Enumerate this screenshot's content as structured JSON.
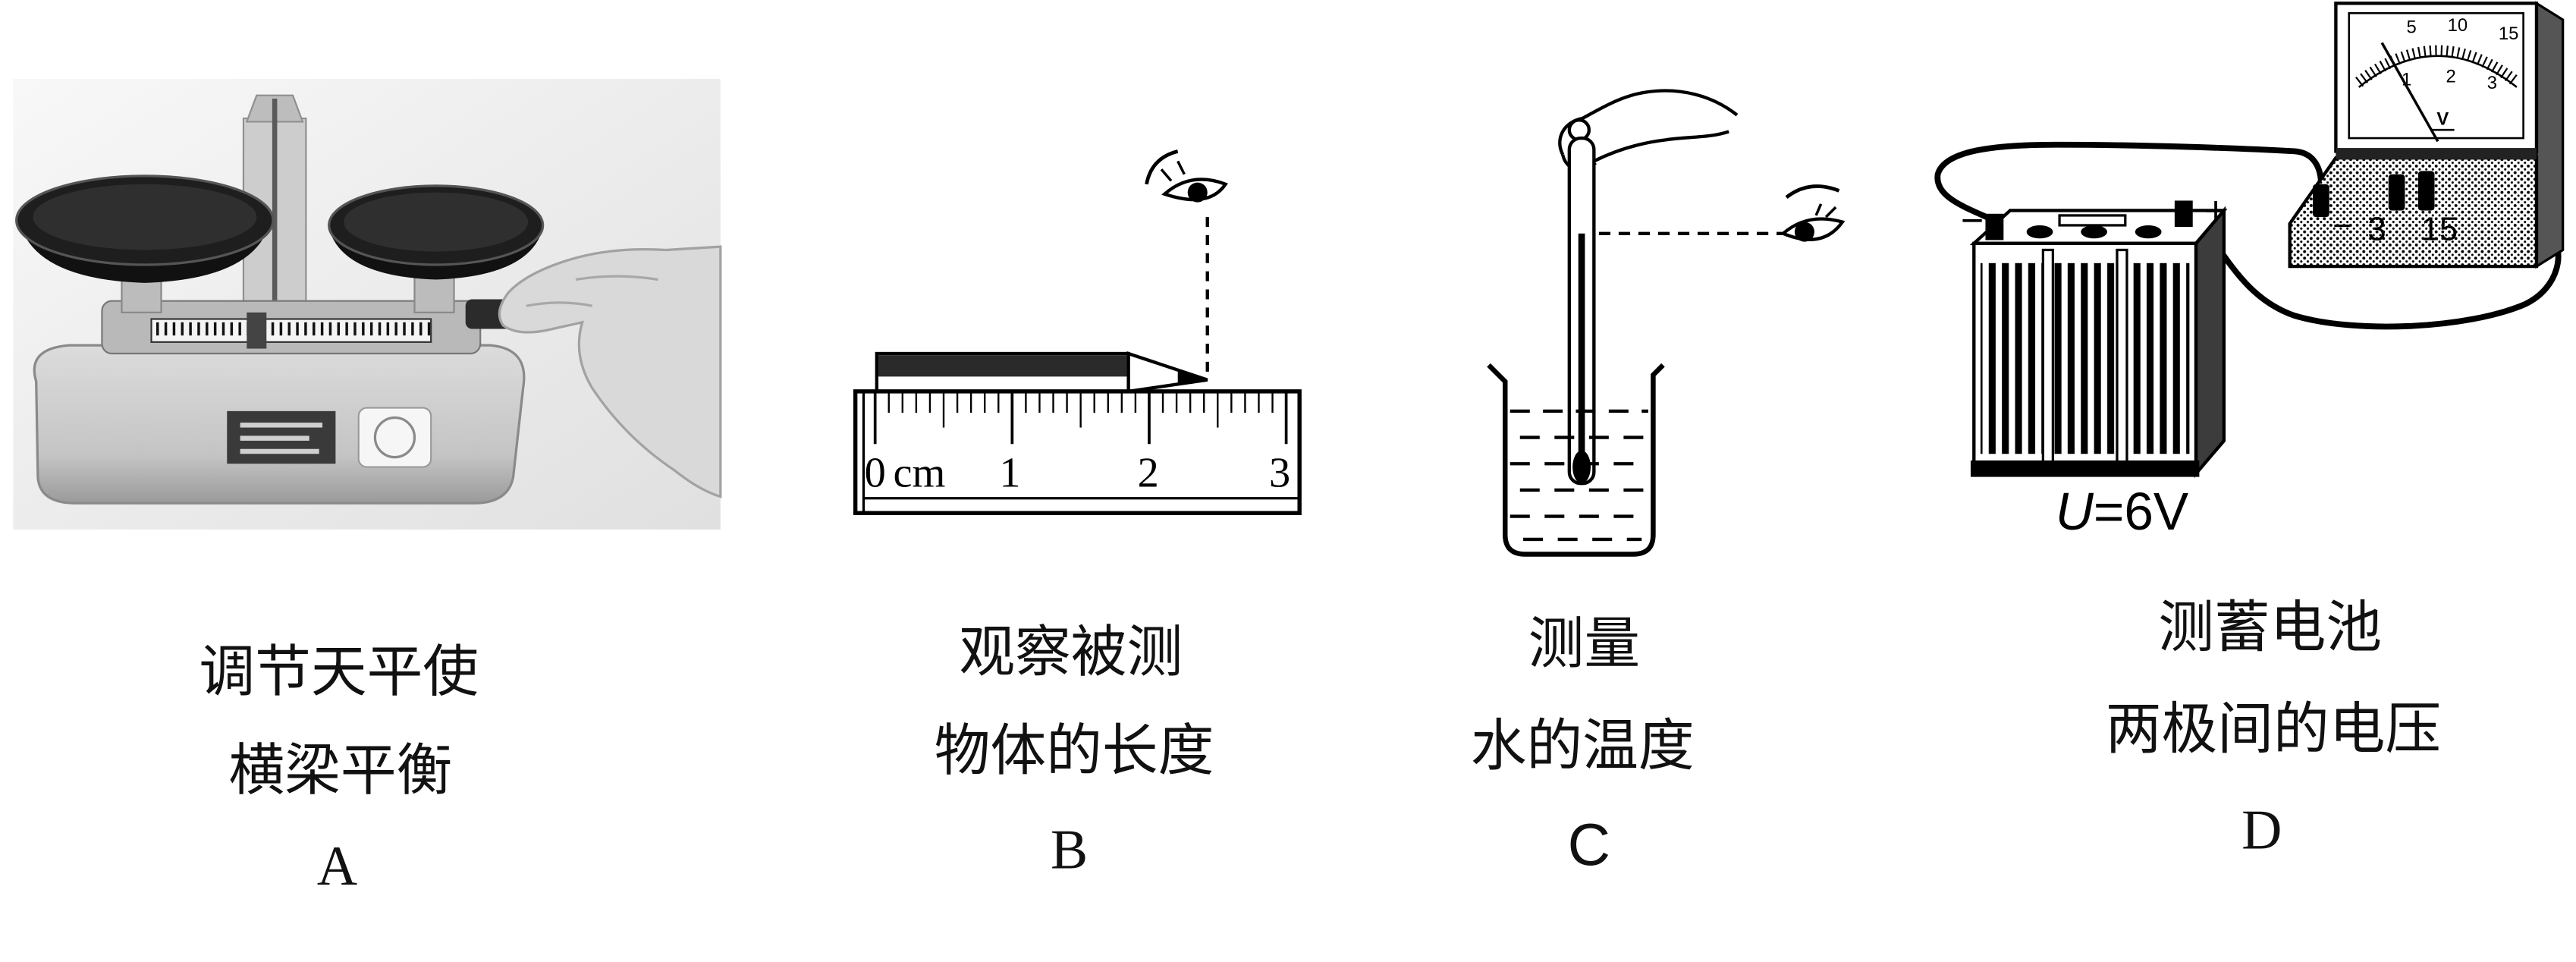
{
  "figure": {
    "panel_a": {
      "caption_line_1": "调节天平使",
      "caption_line_2": "横梁平衡",
      "letter": "A"
    },
    "panel_b": {
      "caption_line_1": "观察被测",
      "caption_line_2": "物体的长度",
      "letter": "B",
      "ruler": {
        "unit": "cm",
        "labels": [
          "0",
          "1",
          "2",
          "3"
        ]
      }
    },
    "panel_c": {
      "caption_line_1": "测量",
      "caption_line_2": "水的温度",
      "letter": "C"
    },
    "panel_d": {
      "caption_line_1": "测蓄电池",
      "caption_line_2": "两极间的电压",
      "letter": "D",
      "battery": {
        "negative": "−",
        "positive": "+",
        "voltage_symbol": "U",
        "voltage_value": "=6V"
      },
      "voltmeter": {
        "unit": "V",
        "upper_scale": [
          "5",
          "10",
          "15"
        ],
        "lower_scale": [
          "1",
          "2",
          "3"
        ],
        "terminals": [
          "−",
          "3",
          "15"
        ]
      }
    }
  },
  "colors": {
    "ink": "#000000",
    "background": "#ffffff",
    "photo_background": "#efefef"
  }
}
